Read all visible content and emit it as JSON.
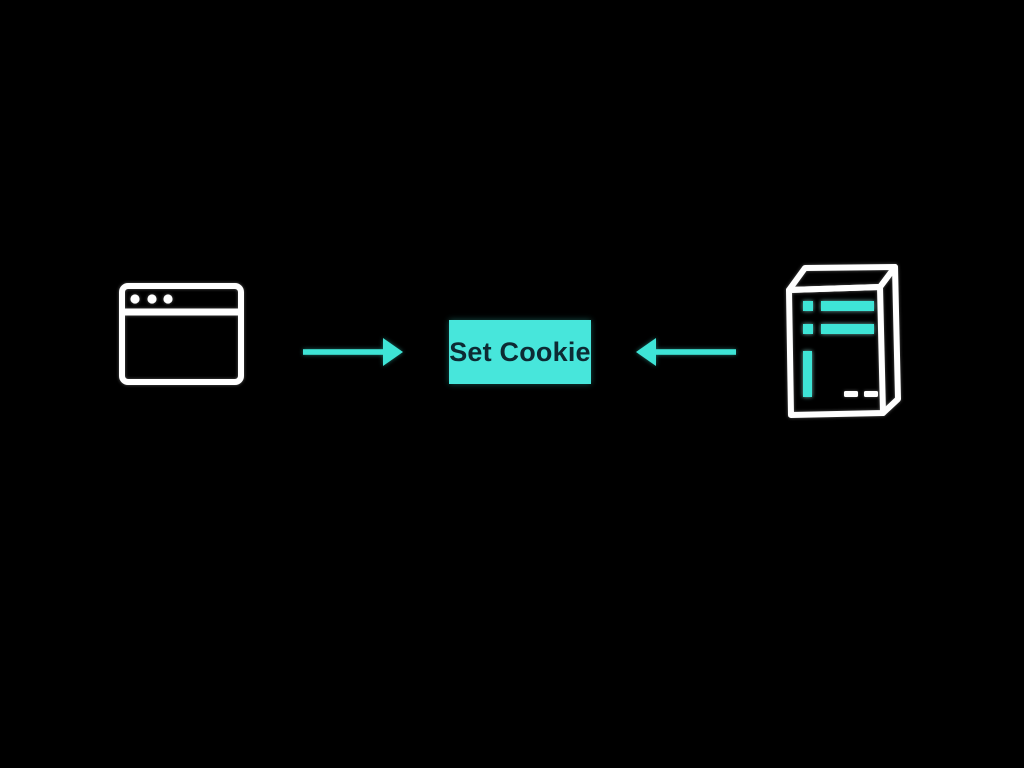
{
  "colors": {
    "bg": "#000000",
    "accent": "#3EE4D6",
    "icon": "#FFFFFF",
    "label-bg": "#47E6DB",
    "label-text": "#0D2A33"
  },
  "diagram": {
    "label_box": {
      "text": "Set Cookie"
    },
    "nodes": [
      {
        "id": "browser",
        "icon": "browser-window-icon"
      },
      {
        "id": "server",
        "icon": "server-icon"
      }
    ],
    "arrows": [
      {
        "id": "arrow-right",
        "direction": "right",
        "from": "browser",
        "to": "label_box"
      },
      {
        "id": "arrow-left",
        "direction": "left",
        "from": "server",
        "to": "label_box"
      }
    ]
  }
}
